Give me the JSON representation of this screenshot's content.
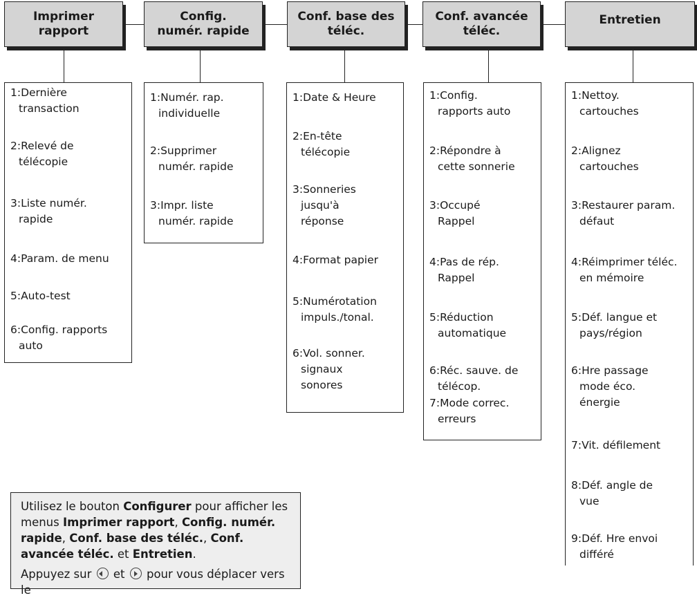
{
  "headers": [
    {
      "line1": "Imprimer",
      "line2": "rapport"
    },
    {
      "line1": "Config.",
      "line2": "numér. rapide"
    },
    {
      "line1": "Conf. base des",
      "line2": "téléc."
    },
    {
      "line1": "Conf. avancée",
      "line2": "téléc."
    },
    {
      "line1": "Entretien",
      "line2": ""
    }
  ],
  "menus": {
    "imprimer_rapport": [
      {
        "l1": "1:Dernière",
        "l2": "transaction"
      },
      {
        "l1": "2:Relevé de",
        "l2": "télécopie"
      },
      {
        "l1": "3:Liste numér.",
        "l2": "rapide"
      },
      {
        "l1": "4:Param. de menu",
        "l2": ""
      },
      {
        "l1": "5:Auto-test",
        "l2": ""
      },
      {
        "l1": "6:Config. rapports",
        "l2": "auto"
      }
    ],
    "config_numer_rapide": [
      {
        "l1": "1:Numér. rap.",
        "l2": "individuelle"
      },
      {
        "l1": "2:Supprimer",
        "l2": "numér. rapide"
      },
      {
        "l1": "3:Impr. liste",
        "l2": "numér. rapide"
      }
    ],
    "conf_base": [
      {
        "l1": "1:Date & Heure",
        "l2": "",
        "l3": ""
      },
      {
        "l1": "2:En-tête",
        "l2": "télécopie",
        "l3": ""
      },
      {
        "l1": "3:Sonneries",
        "l2": "jusqu'à",
        "l3": "réponse"
      },
      {
        "l1": "4:Format papier",
        "l2": "",
        "l3": ""
      },
      {
        "l1": "5:Numérotation",
        "l2": "impuls./tonal.",
        "l3": ""
      },
      {
        "l1": "6:Vol. sonner.",
        "l2": "signaux",
        "l3": "sonores"
      }
    ],
    "conf_avancee": [
      {
        "l1": "1:Config.",
        "l2": "rapports auto"
      },
      {
        "l1": "2:Répondre à",
        "l2": "cette sonnerie"
      },
      {
        "l1": "3:Occupé",
        "l2": "Rappel"
      },
      {
        "l1": "4:Pas de rép.",
        "l2": "Rappel"
      },
      {
        "l1": "5:Réduction",
        "l2": "automatique"
      },
      {
        "l1": "6:Réc. sauve. de",
        "l2": "télécop."
      },
      {
        "l1": "7:Mode correc.",
        "l2": "erreurs"
      }
    ],
    "entretien": [
      {
        "l1": "1:Nettoy.",
        "l2": "cartouches",
        "l3": ""
      },
      {
        "l1": "2:Alignez",
        "l2": "cartouches",
        "l3": ""
      },
      {
        "l1": "3:Restaurer param.",
        "l2": "défaut",
        "l3": ""
      },
      {
        "l1": "4:Réimprimer téléc.",
        "l2": "en mémoire",
        "l3": ""
      },
      {
        "l1": "5:Déf. langue et",
        "l2": "pays/région",
        "l3": ""
      },
      {
        "l1": "6:Hre passage",
        "l2": "mode éco.",
        "l3": "énergie"
      },
      {
        "l1": "7:Vit. défilement",
        "l2": "",
        "l3": ""
      },
      {
        "l1": "8:Déf. angle de",
        "l2": "vue",
        "l3": ""
      },
      {
        "l1": "9:Déf. Hre envoi",
        "l2": "différé",
        "l3": ""
      }
    ]
  },
  "note": {
    "p1_a": "Utilisez le bouton ",
    "p1_b": "Configurer",
    "p1_c": " pour afficher les menus ",
    "p1_d": "Imprimer rapport",
    "p1_e": ", ",
    "p1_f": "Config. numér. rapide",
    "p1_g": ", ",
    "p1_h": "Conf. base des téléc.",
    "p1_i": ", ",
    "p1_j": "Conf. avancée téléc.",
    "p1_k": " et ",
    "p1_l": "Entretien",
    "p1_m": ".",
    "p2_a": "Appuyez sur ",
    "p2_b": " et ",
    "p2_c": " pour vous déplacer vers le"
  }
}
